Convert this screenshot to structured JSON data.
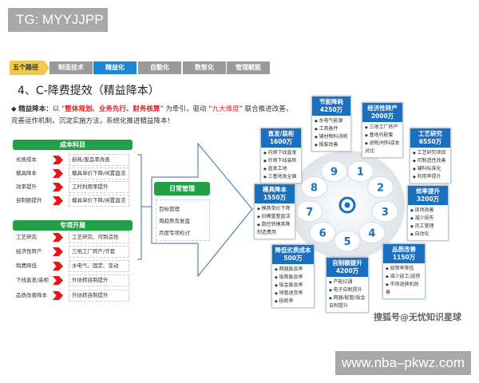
{
  "badge_top": "TG: MYYJJPP",
  "badge_bottom": "www.nba–pkwz.com",
  "nav": {
    "label": "五个路径",
    "tabs": [
      {
        "label": "制造技术",
        "active": false
      },
      {
        "label": "精益化",
        "active": true
      },
      {
        "label": "自動化",
        "active": false
      },
      {
        "label": "数智化",
        "active": false
      },
      {
        "label": "管理赋能",
        "active": false
      }
    ]
  },
  "title": "4、C-降费提效（精益降本）",
  "intro": {
    "bullet": "◆",
    "lead": "精益降本：",
    "p1": "以 “",
    "red1": "整体规划、业务先行、财务核算",
    "p2": "” 为牵引，驱动 “",
    "red2": "九大维度",
    "p3": "” 联合推进改善， 完善运作机制，沉淀实施方法，系统化推进精益降本！"
  },
  "cost": {
    "header": "成本科目",
    "rows": [
      {
        "label": "劣质成本",
        "value": "损耗/废品率改善"
      },
      {
        "label": "模具降本",
        "value": "模具单价下降/闲置盘活"
      },
      {
        "label": "效率提升",
        "value": "工时利用率提升"
      },
      {
        "label": "自制额提升",
        "value": "模具单价下降/闲置盘活"
      }
    ]
  },
  "project": {
    "header": "专项开展",
    "rows": [
      {
        "label": "工艺研究",
        "value": "工艺研究、可制造性"
      },
      {
        "label": "经济性转产",
        "value": "三地工厂转产/齐套"
      },
      {
        "label": "制费降低",
        "value": "水电气、固定、变动"
      },
      {
        "label": "下线直发/装柜",
        "value": "外协转自制提升"
      },
      {
        "label": "品质改善降本",
        "value": "外协转自制提升"
      }
    ]
  },
  "daily": {
    "header": "日常管理",
    "items": [
      "目标管理",
      "周趋势及复盘",
      "月度专项检讨"
    ]
  },
  "wheel_numbers": [
    "1",
    "2",
    "3",
    "4",
    "5",
    "6",
    "7",
    "8",
    "9"
  ],
  "colors": {
    "accent": "#1e86d6",
    "card_header": "#1a6fbf",
    "green": "#22a046",
    "red": "#e02020",
    "nav_gray": "#9a9a9a",
    "nav_label": "#f0c84a"
  },
  "cards": [
    {
      "title": "节能降耗",
      "amount": "4250万",
      "items": [
        "水电气能源",
        "工具备件",
        "辅材物料消耗",
        "报废改善"
      ]
    },
    {
      "title": "经济性转产",
      "amount": "2000万",
      "items": [
        "三地工厂转产",
        "基地内配套",
        "退税/材料成本对比"
      ]
    },
    {
      "title": "直发/装柜",
      "amount": "1600万",
      "items": [
        "内销下线直发",
        "外销下线装柜",
        "直发工地",
        "三基地发全国"
      ]
    },
    {
      "title": "工艺研究",
      "amount": "6550万",
      "items": [
        "工艺研究项目",
        "可制造性改善",
        "辅料标准化",
        "利用率提升"
      ]
    },
    {
      "title": "模具降本",
      "amount": "1550万",
      "items": [
        "模具单价下降",
        "旧模重整盘活",
        "数控转模具降制造费用"
      ]
    },
    {
      "title": "效率提升",
      "amount": "3200万",
      "items": [
        "现场改善",
        "减少损失",
        "员工管理",
        "自动化"
      ]
    },
    {
      "title": "降低劣质成本",
      "amount": "500万",
      "items": [
        "两器废品率",
        "钣筒废品率",
        "钣金废品率",
        "铜管退货率",
        "损耗率"
      ]
    },
    {
      "title": "自制额提升",
      "amount": "4200万",
      "items": [
        "产能拉通",
        "电子自制提升",
        "两器/配管/钣金自制提升"
      ]
    },
    {
      "title": "品质改善",
      "amount": "1150万",
      "items": [
        "故障率降低",
        "减少返工/返修",
        "市场退换机改善"
      ]
    }
  ],
  "watermark": "搜狐号@无忧知识星球"
}
